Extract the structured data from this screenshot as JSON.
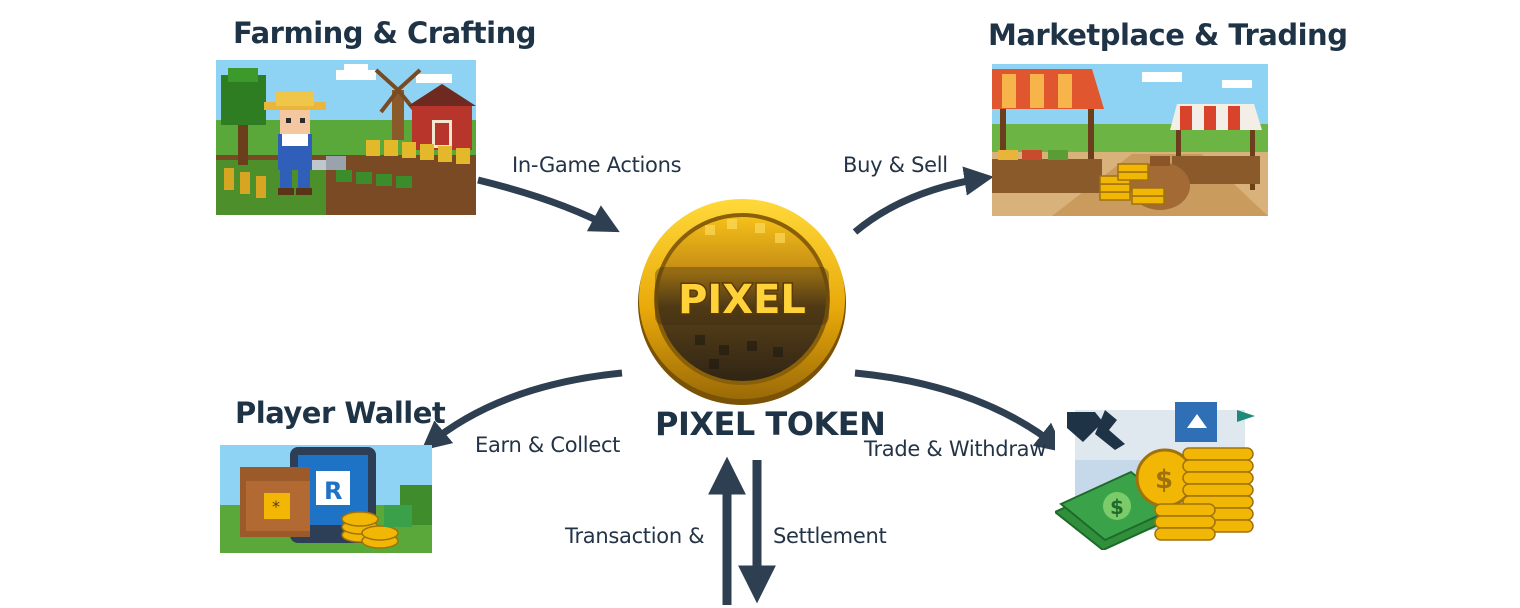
{
  "nodes": {
    "farming": {
      "title": "Farming & Crafting"
    },
    "marketplace": {
      "title": "Marketplace & Trading"
    },
    "wallet": {
      "title": "Player Wallet"
    },
    "exchange": {
      "title": ""
    }
  },
  "center": {
    "coin_text": "PIXEL",
    "caption": "PIXEL TOKEN"
  },
  "edges": {
    "in_game_actions": "In-Game Actions",
    "buy_sell": "Buy & Sell",
    "earn_collect": "Earn & Collect",
    "trade_withdraw": "Trade & Withdraw",
    "transaction": "Transaction &",
    "settlement": "Settlement"
  },
  "colors": {
    "arrow": "#2e3f52",
    "text": "#1f3346",
    "coin_gold": "#f2b705",
    "coin_dark": "#4a3412"
  }
}
